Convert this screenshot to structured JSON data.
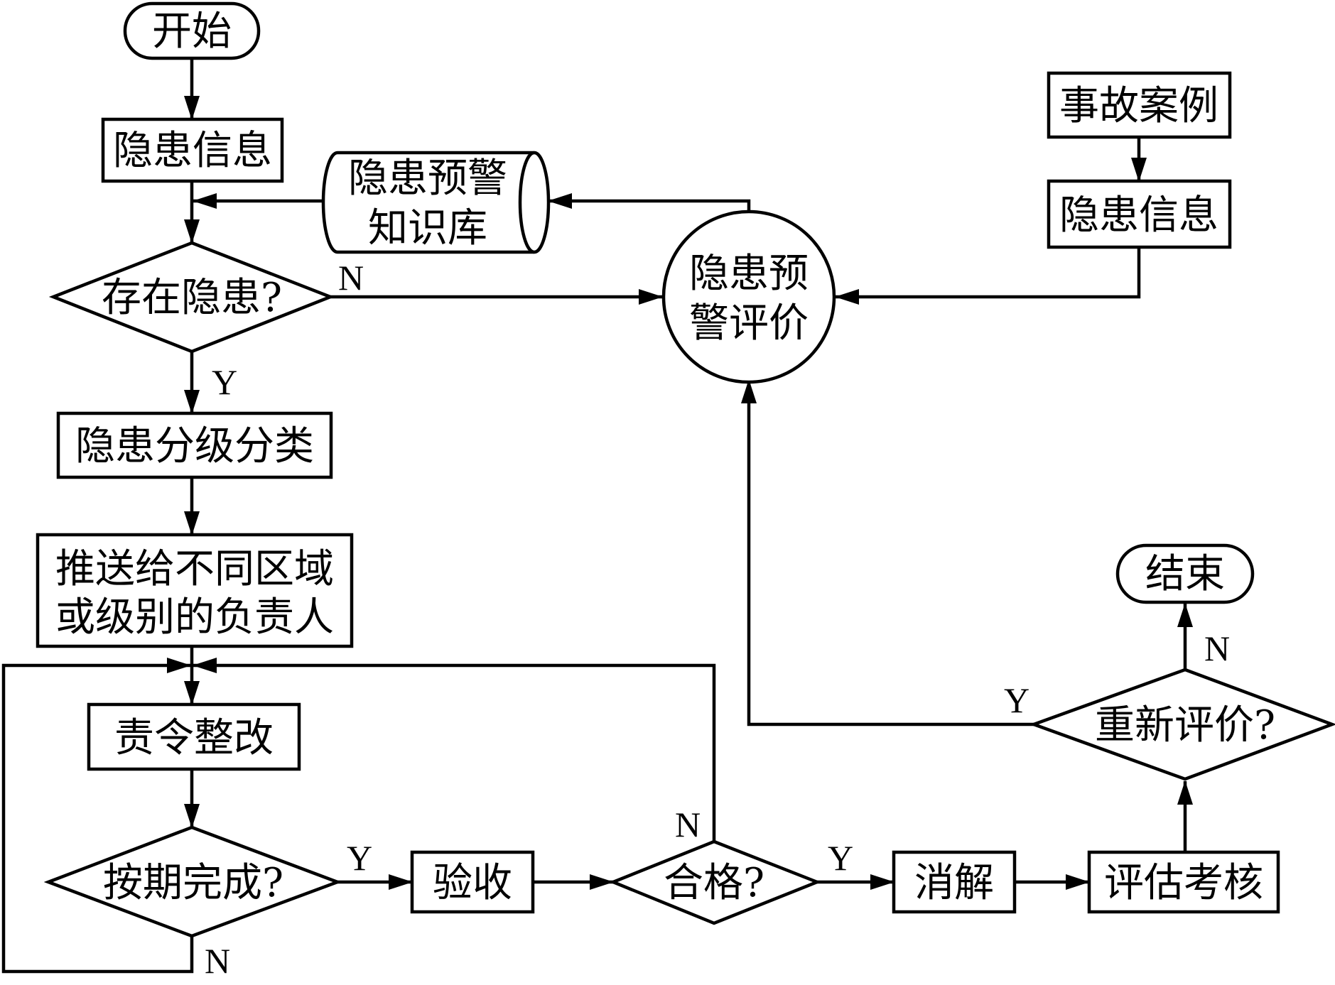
{
  "nodes": {
    "start": "开始",
    "hazard_info_left": "隐患信息",
    "knowledge_base_line1": "隐患预警",
    "knowledge_base_line2": "知识库",
    "hazard_exists": "存在隐患?",
    "classify": "隐患分级分类",
    "push_line1": "推送给不同区域",
    "push_line2": "或级别的负责人",
    "rectify": "责令整改",
    "on_time": "按期完成?",
    "accept": "验收",
    "qualified": "合格?",
    "eliminate": "消解",
    "evaluate": "评估考核",
    "re_evaluate": "重新评价?",
    "end": "结束",
    "accident_cases": "事故案例",
    "hazard_info_right": "隐患信息",
    "warning_eval_line1": "隐患预",
    "warning_eval_line2": "警评价"
  },
  "edges": {
    "hazard_exists_no": "N",
    "hazard_exists_yes": "Y",
    "on_time_yes": "Y",
    "on_time_no": "N",
    "qualified_yes": "Y",
    "qualified_no": "N",
    "re_evaluate_yes": "Y",
    "re_evaluate_no": "N"
  }
}
